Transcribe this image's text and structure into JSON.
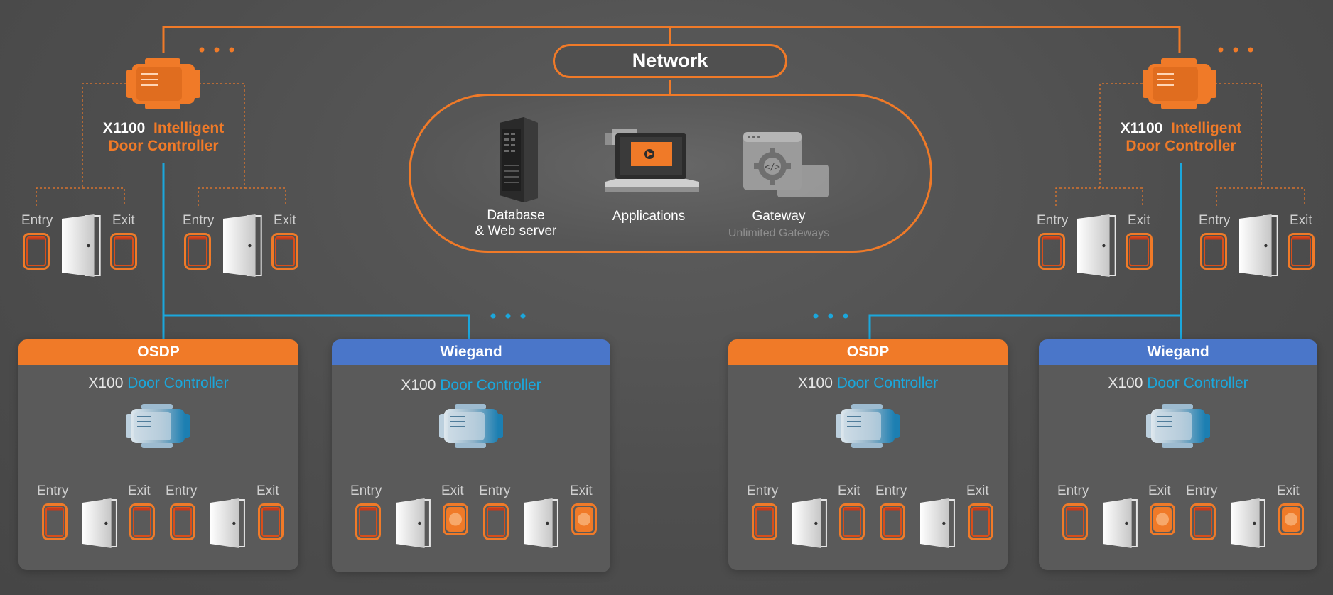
{
  "network": {
    "label": "Network"
  },
  "servers": {
    "database_line1": "Database",
    "database_line2": "& Web server",
    "applications": "Applications",
    "gateway": "Gateway",
    "gateway_sub": "Unlimited Gateways"
  },
  "controllers": {
    "left": {
      "model": "X1100",
      "desc1": "Intelligent",
      "desc2": "Door Controller"
    },
    "right": {
      "model": "X1100",
      "desc1": "Intelligent",
      "desc2": "Door Controller"
    }
  },
  "door_labels": {
    "entry": "Entry",
    "exit": "Exit"
  },
  "panels": [
    {
      "header": "OSDP",
      "model": "X100",
      "desc": "Door Controller",
      "style": "osdp"
    },
    {
      "header": "Wiegand",
      "model": "X100",
      "desc": "Door Controller",
      "style": "wiegand"
    },
    {
      "header": "OSDP",
      "model": "X100",
      "desc": "Door Controller",
      "style": "osdp"
    },
    {
      "header": "Wiegand",
      "model": "X100",
      "desc": "Door Controller",
      "style": "wiegand"
    }
  ],
  "colors": {
    "orange": "#f07a28",
    "blue": "#1ba7dc",
    "wiegand": "#4a76c9",
    "background": "#4e4e4e"
  }
}
